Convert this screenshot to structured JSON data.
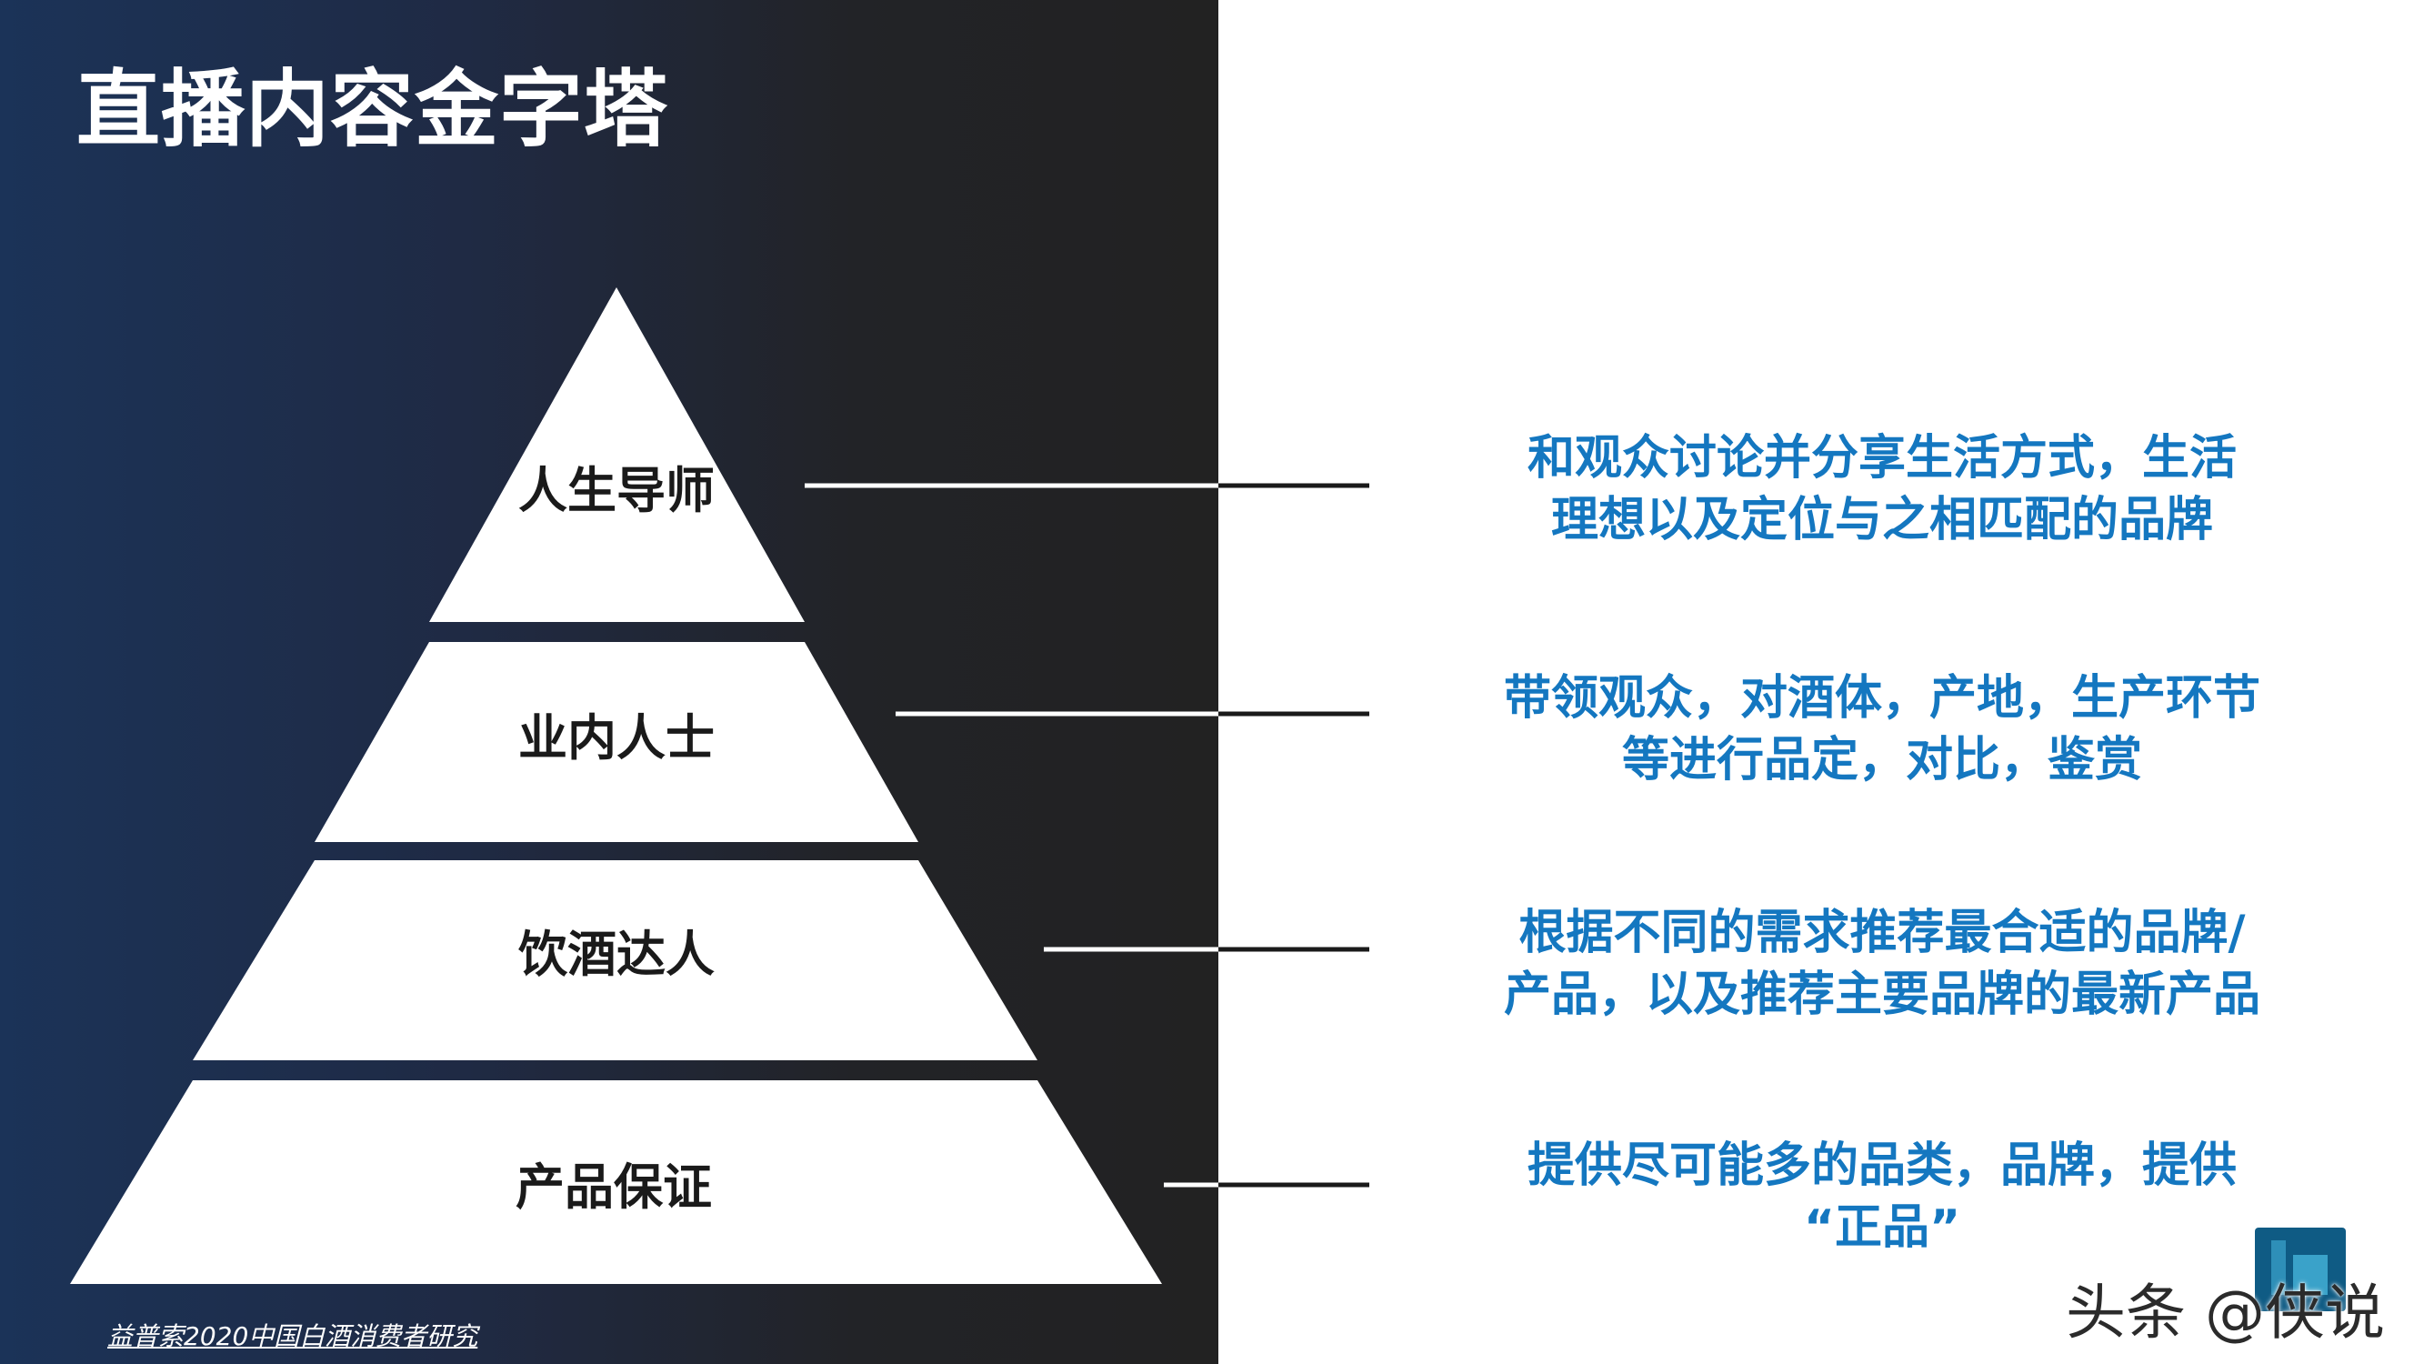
{
  "slide": {
    "title": "直播内容金字塔",
    "source": "益普索2020中国白酒消费者研究",
    "watermark": "头条 @侠说"
  },
  "pyramid": {
    "tiers": [
      {
        "label": "人生导师",
        "description_lines": [
          "和观众讨论并分享生活方式，生活",
          "理想以及定位与之相匹配的品牌"
        ]
      },
      {
        "label": "业内人士",
        "description_lines": [
          "带领观众，对酒体，产地，生产环节",
          "等进行品定，对比，鉴赏"
        ]
      },
      {
        "label": "饮酒达人",
        "description_lines": [
          "根据不同的需求推荐最合适的品牌/",
          "产品，以及推荐主要品牌的最新产品"
        ]
      },
      {
        "label": "产品保证",
        "description_lines": [
          "提供尽可能多的品类，品牌，提供",
          "“正品”"
        ]
      }
    ]
  },
  "colors": {
    "description_text": "#1477c0",
    "tier_fill": "#ffffff",
    "panel_dark": "#222222",
    "panel_blue": "#1b3358"
  }
}
